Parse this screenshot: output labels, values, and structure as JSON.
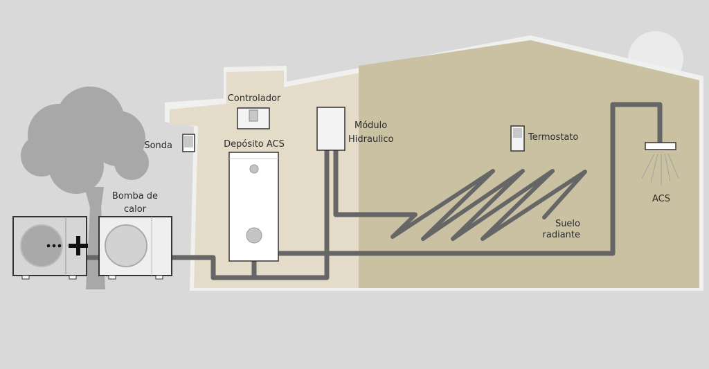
{
  "labels": {
    "heat_pump": [
      "Bomba de",
      "calor"
    ],
    "probe": "Sonda",
    "controller": "Controlador",
    "dhw_tank": "Depósito ACS",
    "hydraulic_module": [
      "Módulo",
      "Hidraulico"
    ],
    "thermostat": "Termostato",
    "underfloor": [
      "Suelo",
      "radiante"
    ],
    "dhw_outlet": "ACS"
  },
  "colors": {
    "background": "#d9d9d9",
    "house_left": "#e4dcc8",
    "house_right": "#c9c1a2",
    "pipe": "#666666",
    "tree": "#a8a8a8"
  }
}
